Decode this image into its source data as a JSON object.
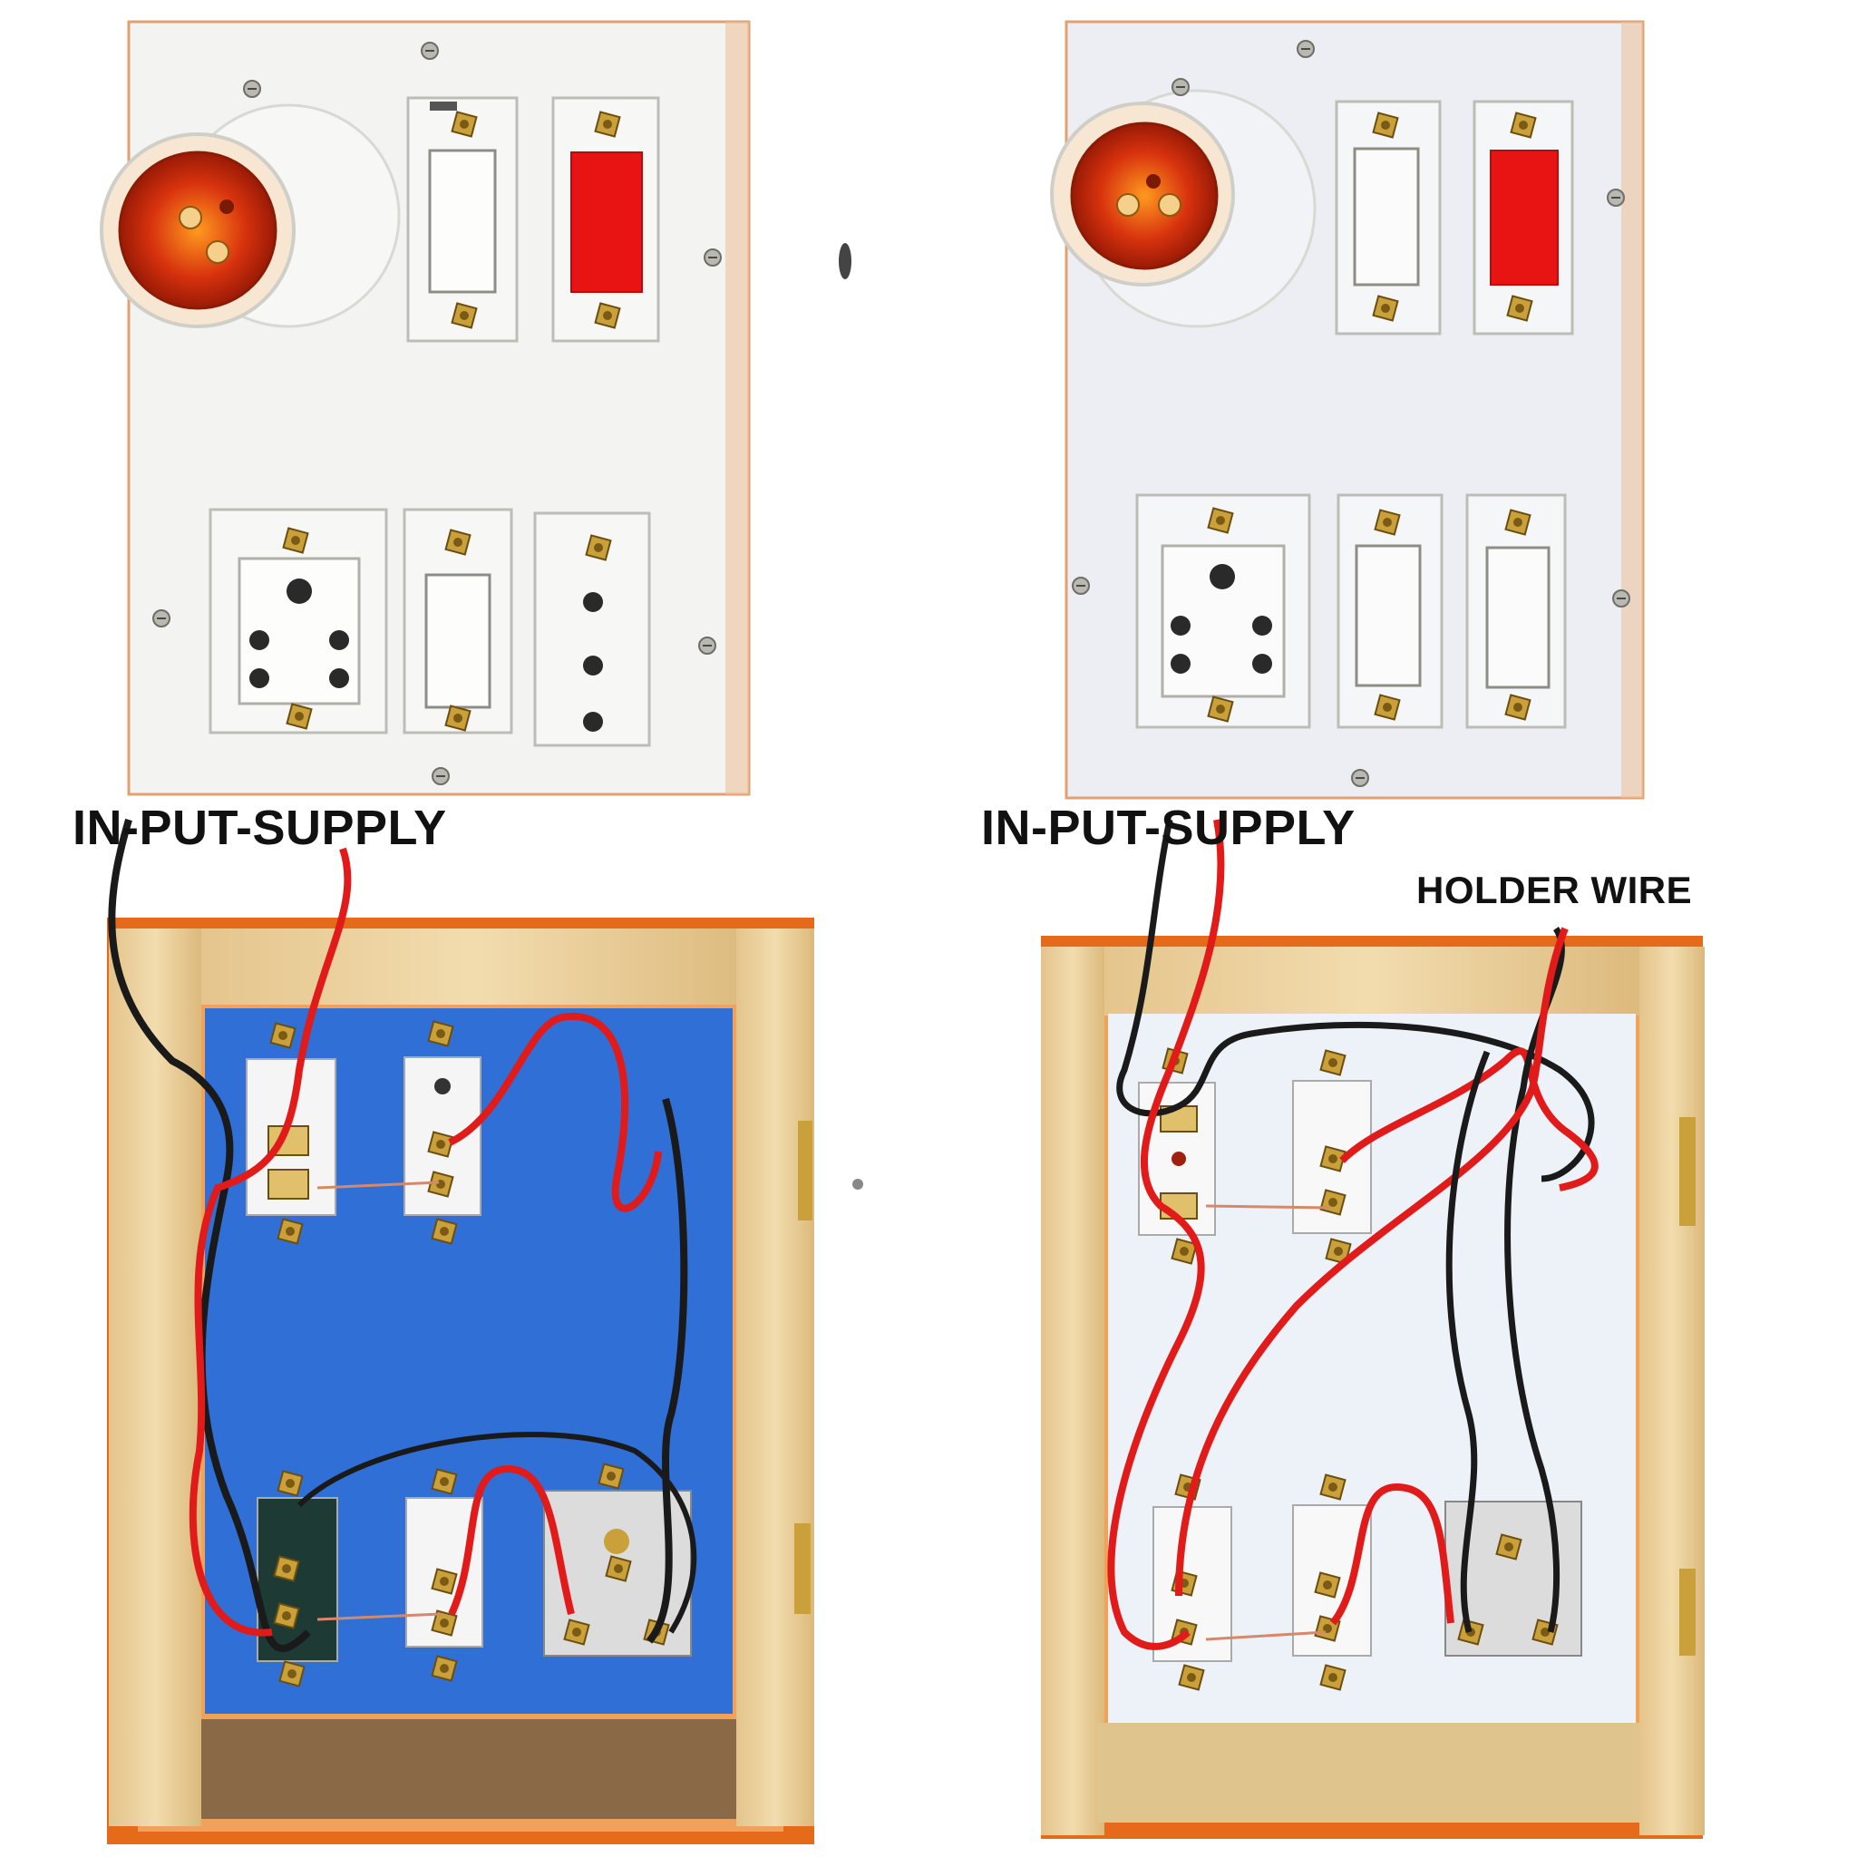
{
  "labels": {
    "left_input_supply": "IN-PUT-SUPPLY",
    "right_input_supply": "IN-PUT-SUPPLY",
    "holder_wire": "HOLDER WIRE"
  },
  "icons": {
    "bulb_holder": "bulb-holder-icon",
    "switch": "rocker-switch-icon",
    "indicator": "indicator-lamp-icon",
    "socket": "three-pin-socket-icon",
    "screw": "screw-icon"
  },
  "colors": {
    "board_white": "#f2f2f0",
    "board_edge_orange": "#e8661a",
    "panel_blue": "#2f6fd6",
    "panel_white": "#eef2f8",
    "wood": "#e9cf9a",
    "wire_red": "#e11a1a",
    "wire_black": "#1a1a1a",
    "indicator_red": "#e81414",
    "holder_red": "#d63a10",
    "brass": "#c9a03a"
  }
}
